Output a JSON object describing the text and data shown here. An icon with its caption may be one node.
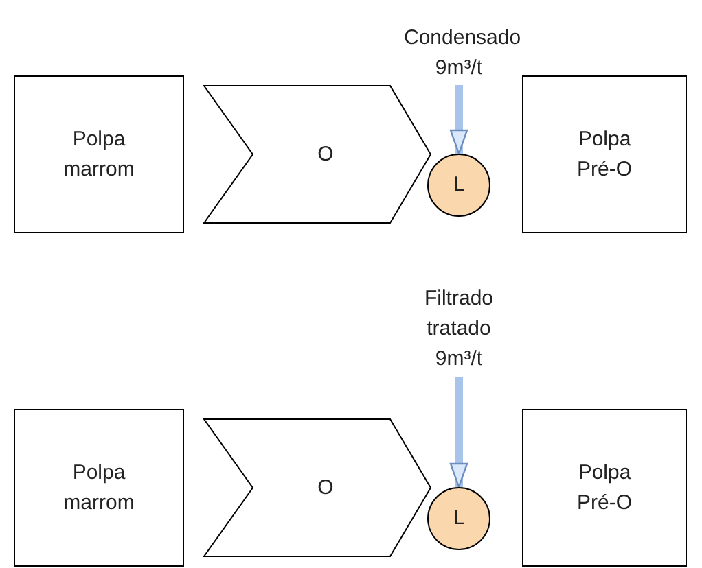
{
  "diagram": {
    "nodes": [
      {
        "text": [
          "Condensado 9m³/t"
        ]
      },
      {
        "text": [
          "Polpa marrom"
        ]
      },
      {
        "text": [
          "O"
        ]
      },
      {
        "text": [
          "L"
        ]
      },
      {
        "text": [
          "Polpa Pré-O"
        ]
      },
      {
        "text": [
          "Filtrado tratado 9m³/t"
        ]
      },
      {
        "text": [
          "Polpa marrom"
        ]
      },
      {
        "text": [
          "O"
        ]
      },
      {
        "text": [
          "L"
        ]
      },
      {
        "text": [
          "Polpa Pré-O"
        ]
      }
    ],
    "edges": [
      {
        "from": 0,
        "to": 3,
        "arrow": "to"
      },
      {
        "from": 5,
        "to": 8,
        "arrow": "to"
      }
    ]
  }
}
